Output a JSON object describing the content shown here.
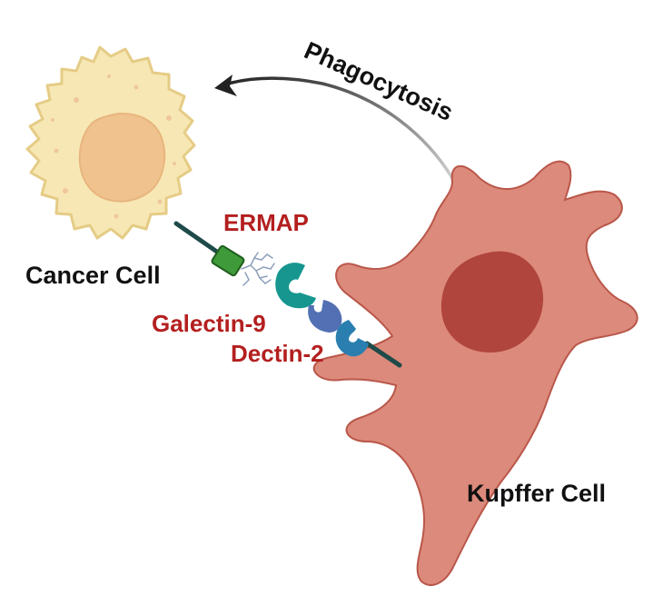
{
  "labels": {
    "cancer_cell": "Cancer Cell",
    "kupffer_cell": "Kupffer Cell",
    "ermap": "ERMAP",
    "galectin": "Galectin-9",
    "dectin": "Dectin-2",
    "phagocytosis": "Phagocytosis"
  },
  "colors": {
    "cancer_membrane": "#f7e7b4",
    "cancer_nucleus": "#f0c28e",
    "kupffer_body": "#dc8a7b",
    "kupffer_outline": "#b9574a",
    "kupffer_nucleus": "#b0453d",
    "ermap_box": "#3f9a3a",
    "galectin_protein": "#16968f",
    "dectin_protein": "#2a7fb0",
    "bridge_protein": "#5270b3",
    "protein_label": "#b41f1f",
    "stalk": "#1f4a4a",
    "arrow": "#2a2a2a"
  },
  "icons": {
    "cancer_cell": "cancer-cell-icon",
    "kupffer_cell": "kupffer-cell-icon",
    "arrow": "curved-arrow-icon"
  }
}
